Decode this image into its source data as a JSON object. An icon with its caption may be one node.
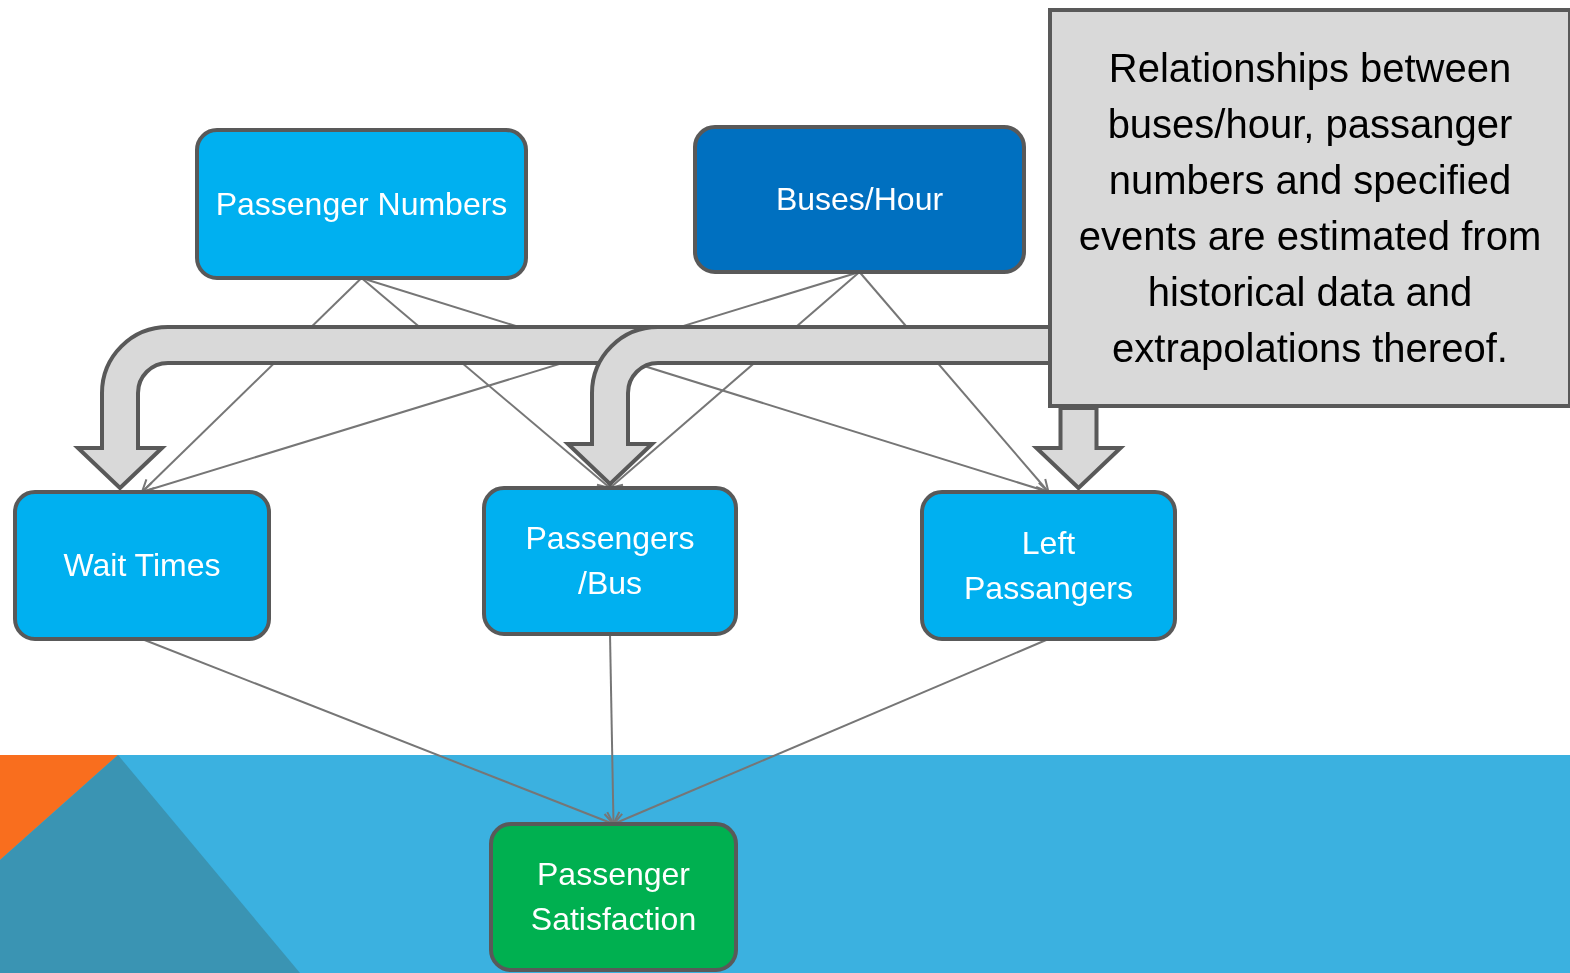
{
  "diagram": {
    "nodes": [
      {
        "text": [
          "Passenger Numbers"
        ]
      },
      {
        "text": [
          "Buses/Hour"
        ]
      },
      {
        "text": [
          "Relationships between buses/hour, passanger numbers and specified events are estimated from historical data and extrapolations thereof."
        ]
      },
      {
        "text": [
          "Wait Times"
        ]
      },
      {
        "text": [
          "Passengers /Bus"
        ]
      },
      {
        "text": [
          "Left Passangers"
        ]
      },
      {
        "text": [
          "Passenger Satisfaction"
        ]
      }
    ],
    "edges": [
      {
        "from": 0,
        "to": 3,
        "arrow": "to"
      },
      {
        "from": 0,
        "to": 4,
        "arrow": "to"
      },
      {
        "from": 0,
        "to": 5,
        "arrow": "to"
      },
      {
        "from": 1,
        "to": 3,
        "arrow": "to"
      },
      {
        "from": 1,
        "to": 4,
        "arrow": "to"
      },
      {
        "from": 1,
        "to": 5,
        "arrow": "to"
      },
      {
        "from": 3,
        "to": 6,
        "arrow": "to"
      },
      {
        "from": 4,
        "to": 6,
        "arrow": "to"
      },
      {
        "from": 5,
        "to": 6,
        "arrow": "to"
      },
      {
        "from": 2,
        "to": 3,
        "arrow": "to",
        "style": "thick",
        "color": "#d9d9d9"
      },
      {
        "from": 2,
        "to": 4,
        "arrow": "to",
        "style": "thick",
        "color": "#d9d9d9"
      },
      {
        "from": 2,
        "to": 5,
        "arrow": "to",
        "style": "thick",
        "color": "#d9d9d9"
      }
    ]
  }
}
